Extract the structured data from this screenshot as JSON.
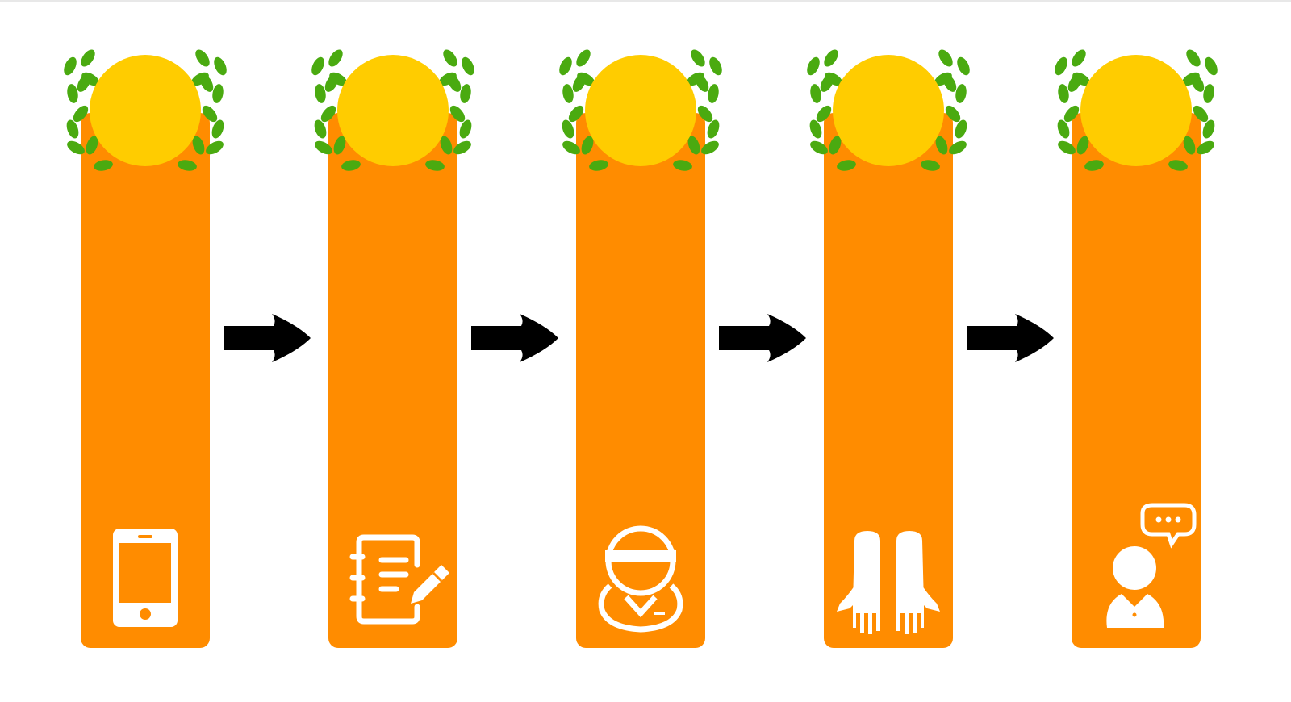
{
  "diagram": {
    "theme": {
      "background": "#ffffff",
      "column_color": "#ff8c00",
      "medal_color": "#ffcc00",
      "leaf_color": "#4aaa10",
      "icon_color": "#ffffff",
      "arrow_color": "#000000"
    },
    "steps": [
      {
        "icon": "smartphone-icon",
        "text": ""
      },
      {
        "icon": "form-edit-icon",
        "text": ""
      },
      {
        "icon": "courier-person-icon",
        "text": ""
      },
      {
        "icon": "gloves-icon",
        "text": ""
      },
      {
        "icon": "support-chat-icon",
        "text": ""
      }
    ],
    "connectors": [
      {
        "from": 1,
        "to": 2,
        "icon": "arrow-right-icon"
      },
      {
        "from": 2,
        "to": 3,
        "icon": "arrow-right-icon"
      },
      {
        "from": 3,
        "to": 4,
        "icon": "arrow-right-icon"
      },
      {
        "from": 4,
        "to": 5,
        "icon": "arrow-right-icon"
      }
    ]
  }
}
